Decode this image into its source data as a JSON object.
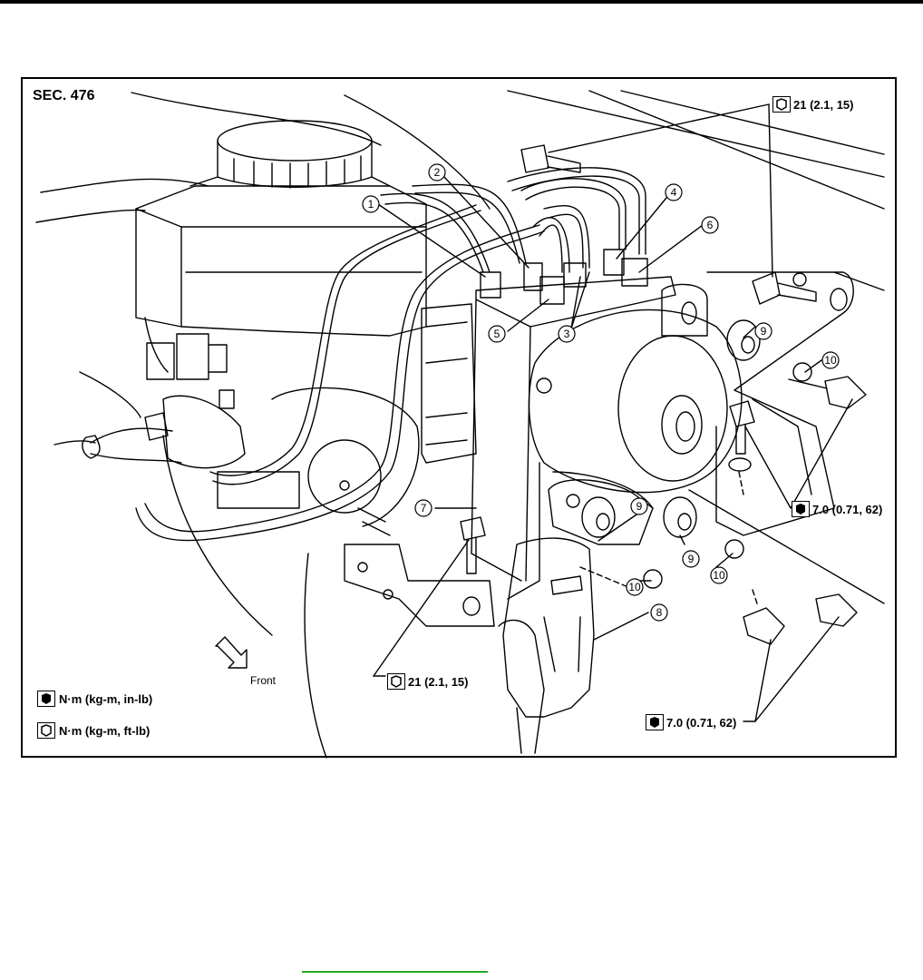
{
  "section": "SEC. 476",
  "legend": {
    "nm_kgm_inlb": "N·m (kg-m, in-lb)",
    "nm_kgm_ftlb": "N·m (kg-m, ft-lb)"
  },
  "callouts": {
    "torque_top_right": "21 (2.1, 15)",
    "torque_right_mid": "7.0 (0.71, 62)",
    "torque_bottom_center": "21 (2.1, 15)",
    "torque_bottom_right": "7.0 (0.71, 62)"
  },
  "direction_label": "Front",
  "part_numbers": [
    "1",
    "2",
    "3",
    "4",
    "5",
    "6",
    "7",
    "8",
    "9",
    "9",
    "9",
    "10",
    "10",
    "10"
  ]
}
